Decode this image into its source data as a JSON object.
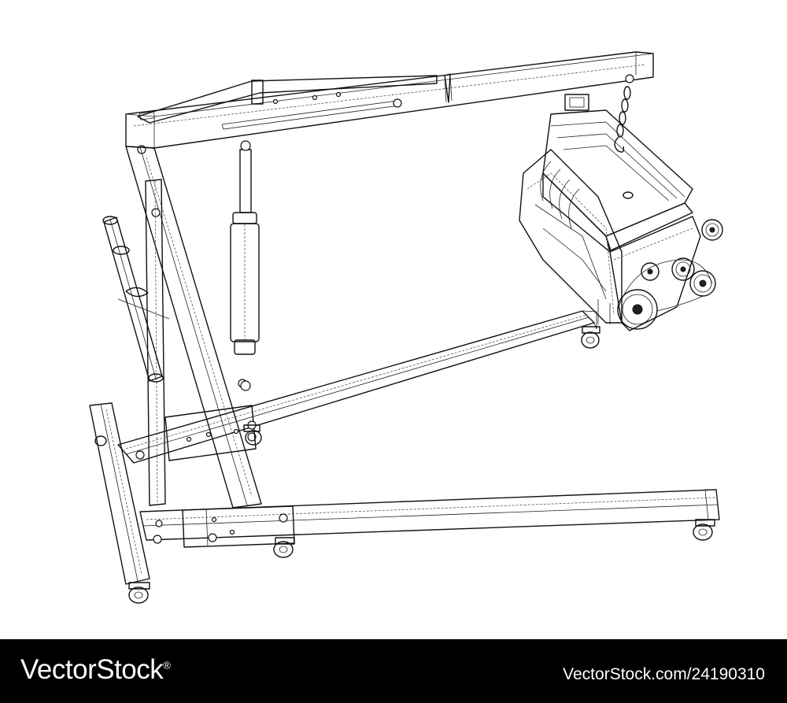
{
  "footer": {
    "brand": "VectorStock",
    "registered_mark": "®",
    "image_id": "VectorStock.com/24190310"
  },
  "colors": {
    "footer_background": "#000000",
    "footer_text": "#ffffff",
    "drawing_stroke": "#111111",
    "background": "#ffffff"
  },
  "illustration": {
    "subject": "engine-hoist-wireframe"
  }
}
